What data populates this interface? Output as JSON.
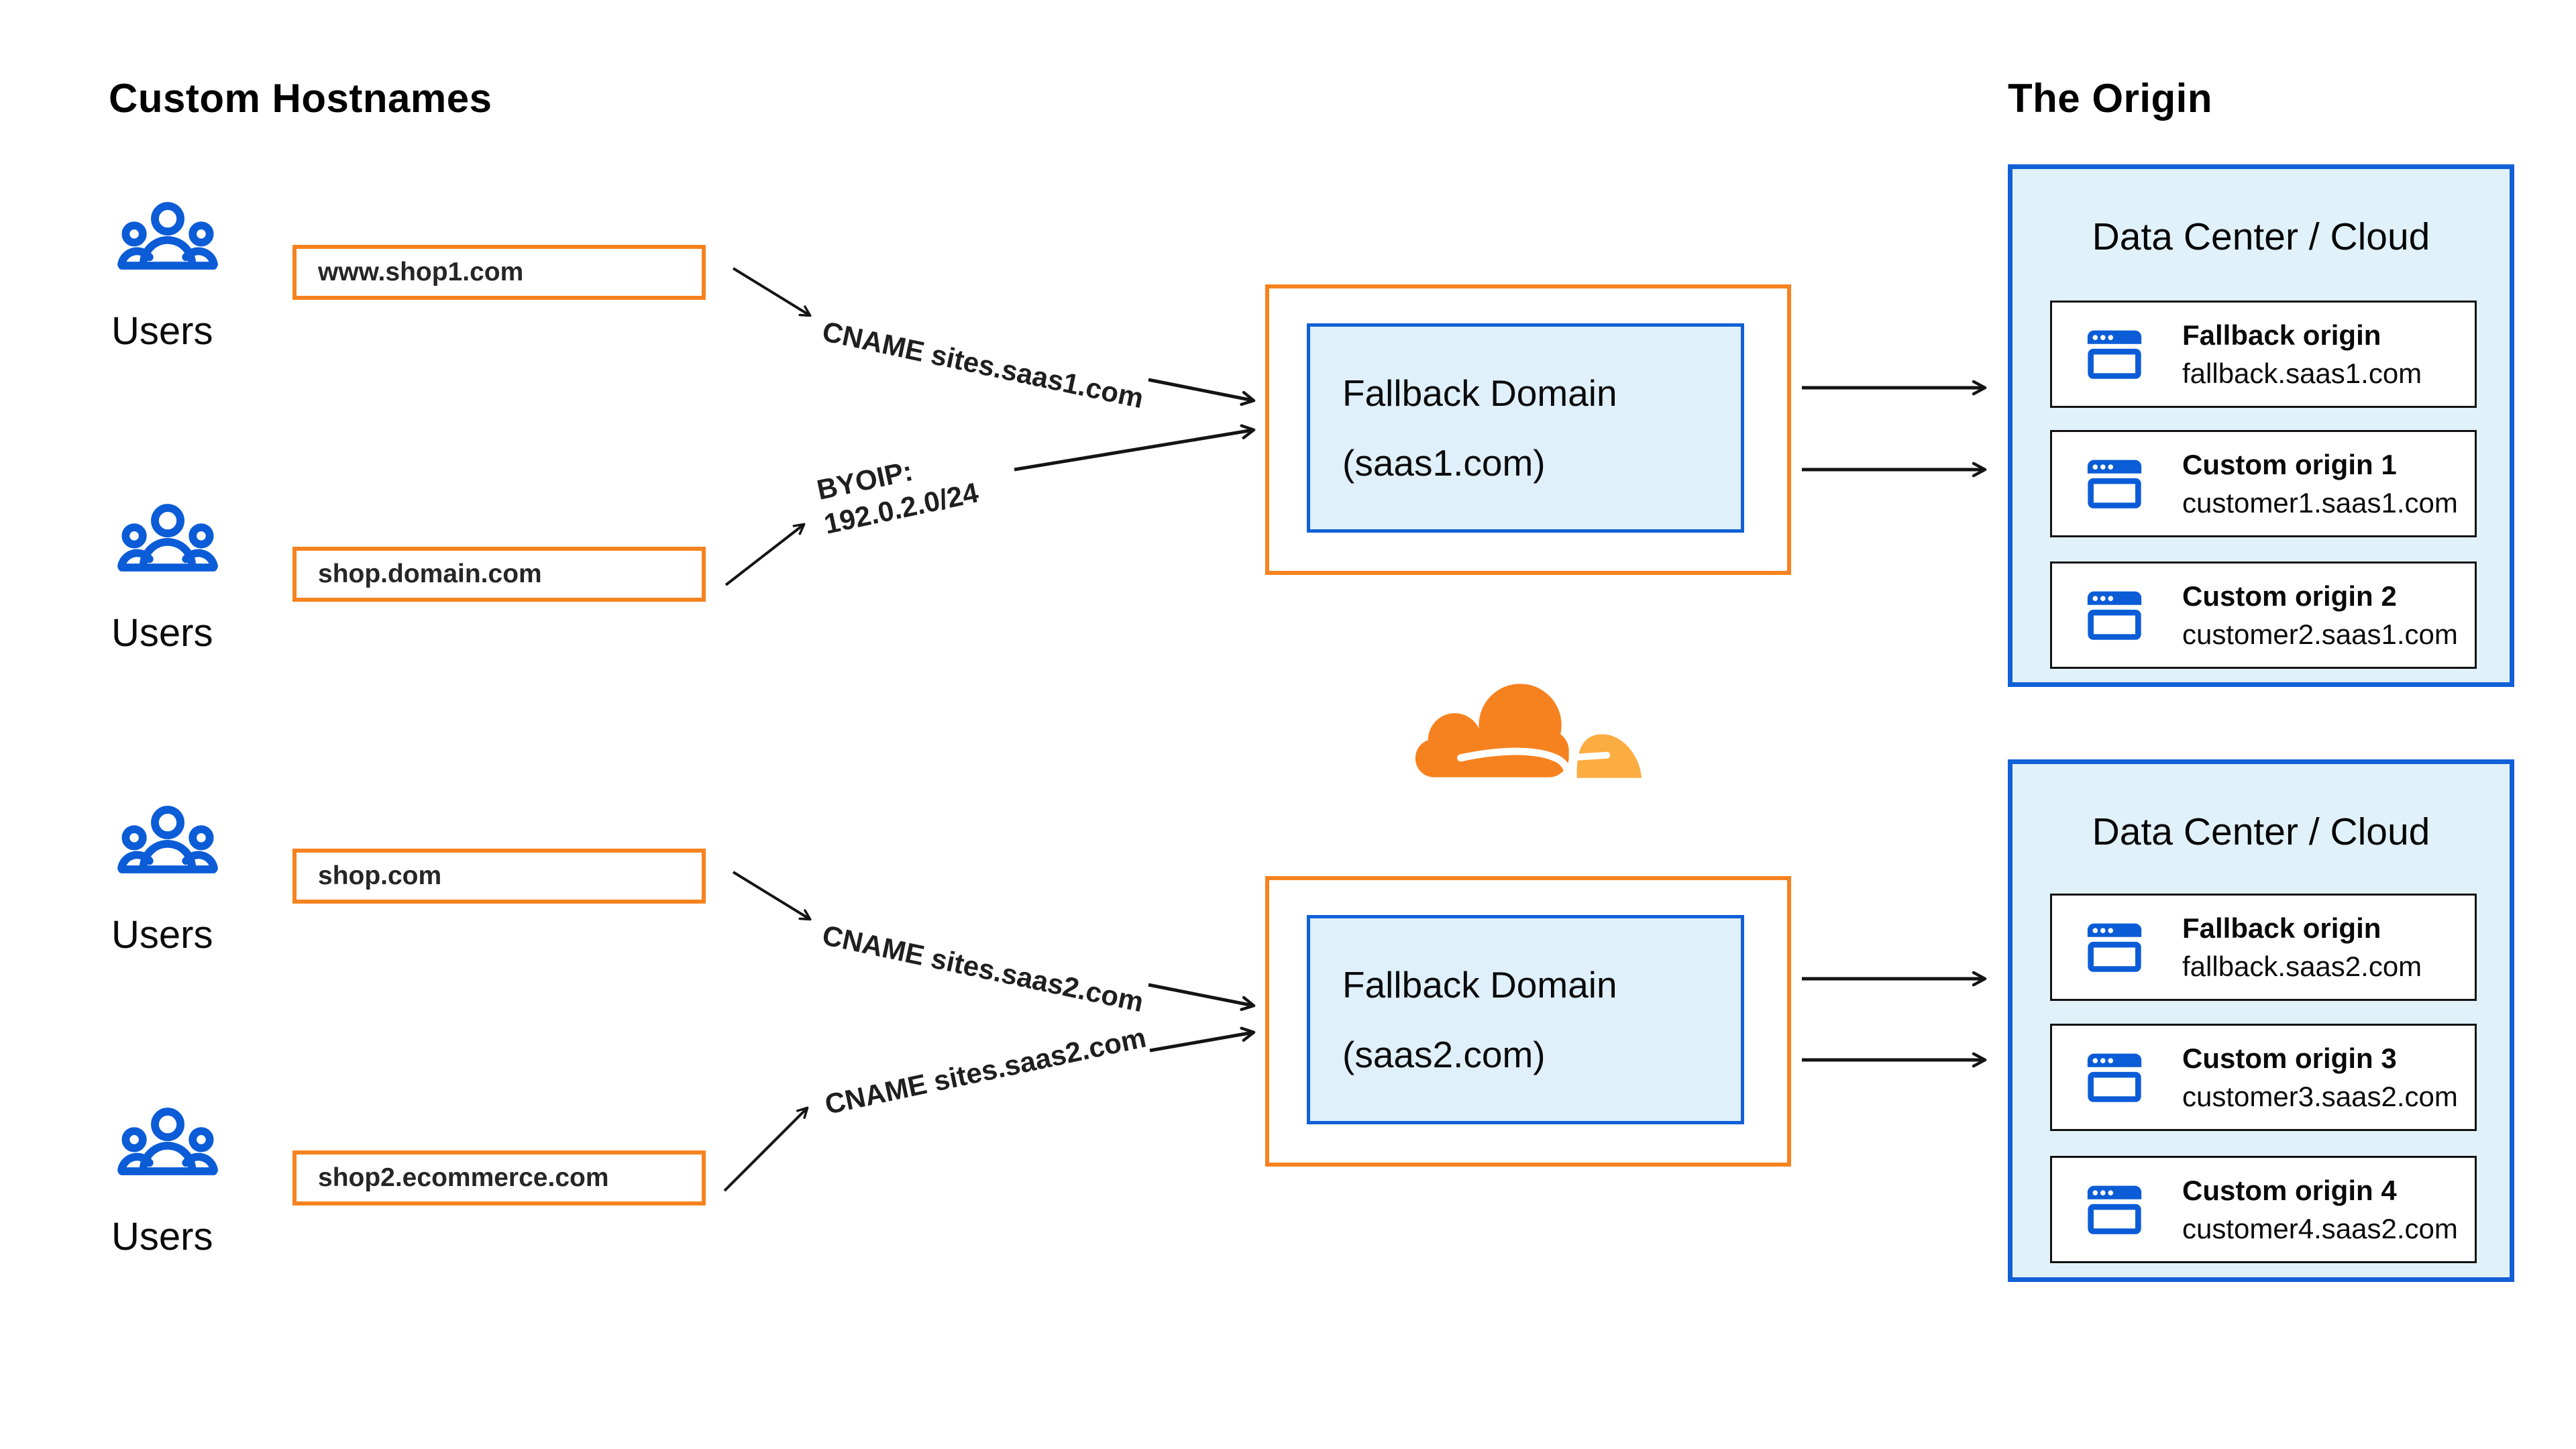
{
  "page": {
    "left_title": "Custom Hostnames",
    "right_title": "The Origin"
  },
  "users_label": "Users",
  "hostnames": [
    "www.shop1.com",
    "shop.domain.com",
    "shop.com",
    "shop2.ecommerce.com"
  ],
  "route_labels": {
    "cname_saas1": "CNAME sites.saas1.com",
    "byoip_line1": "BYOIP:",
    "byoip_line2": "192.0.2.0/24",
    "cname_saas2_top": "CNAME sites.saas2.com",
    "cname_saas2_bottom": "CNAME sites.saas2.com"
  },
  "fallback_domains": [
    {
      "title": "Fallback Domain",
      "domain": "(saas1.com)"
    },
    {
      "title": "Fallback Domain",
      "domain": "(saas2.com)"
    }
  ],
  "data_centers": [
    {
      "title": "Data Center / Cloud",
      "origins": [
        {
          "name": "Fallback origin",
          "host": "fallback.saas1.com"
        },
        {
          "name": "Custom origin 1",
          "host": "customer1.saas1.com"
        },
        {
          "name": "Custom origin 2",
          "host": "customer2.saas1.com"
        }
      ]
    },
    {
      "title": "Data Center / Cloud",
      "origins": [
        {
          "name": "Fallback origin",
          "host": "fallback.saas2.com"
        },
        {
          "name": "Custom origin 3",
          "host": "customer3.saas2.com"
        },
        {
          "name": "Custom origin 4",
          "host": "customer4.saas2.com"
        }
      ]
    }
  ],
  "logo": "cloudflare-logo",
  "colors": {
    "orange": "#F6821F",
    "orange_light": "#FBAD41",
    "blue": "#0B5CD6",
    "light_blue_fill": "#E1F1FA",
    "inner_box_fill": "#DFF0FB",
    "arrow": "#141414",
    "text": "#141414"
  }
}
